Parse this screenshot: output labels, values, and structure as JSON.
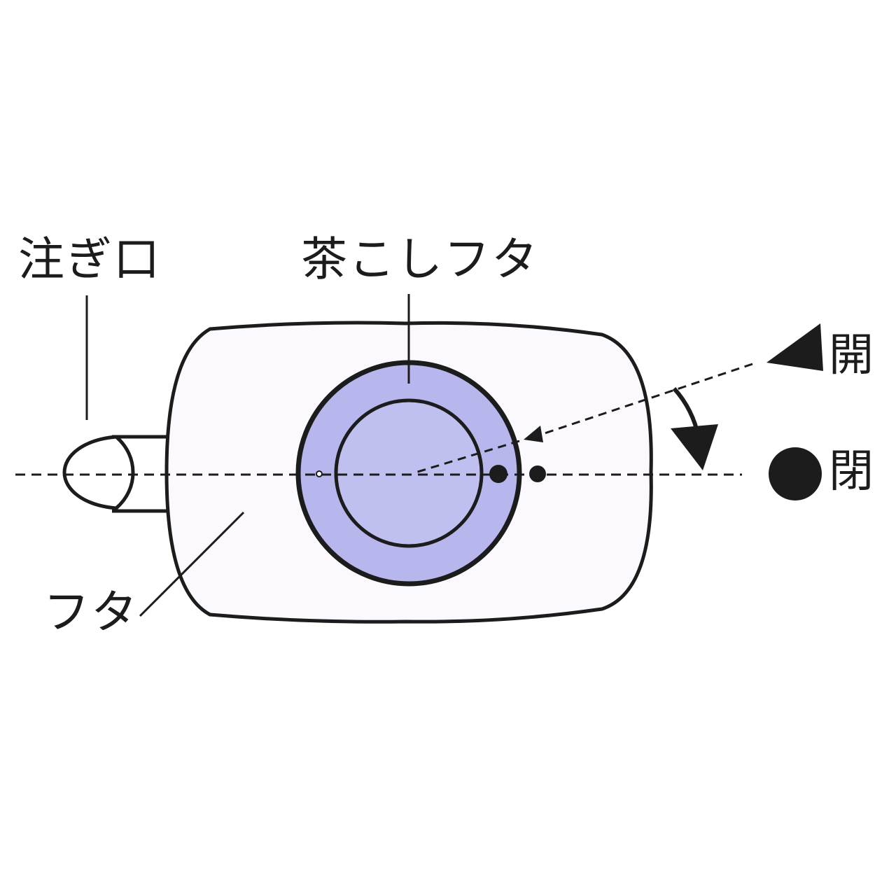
{
  "labels": {
    "spout": "注ぎ口",
    "strainer_lid": "茶こしフタ",
    "lid": "フタ",
    "open": "開",
    "close": "閉"
  },
  "icons": {
    "open_marker": "triangle",
    "close_marker": "circle",
    "rotate_direction": "arrow-down"
  },
  "colors": {
    "ink": "#1c1c1c",
    "strainer_fill": "#b7b7ed",
    "body_fill": "#fbf9fe",
    "background": "#ffffff"
  }
}
